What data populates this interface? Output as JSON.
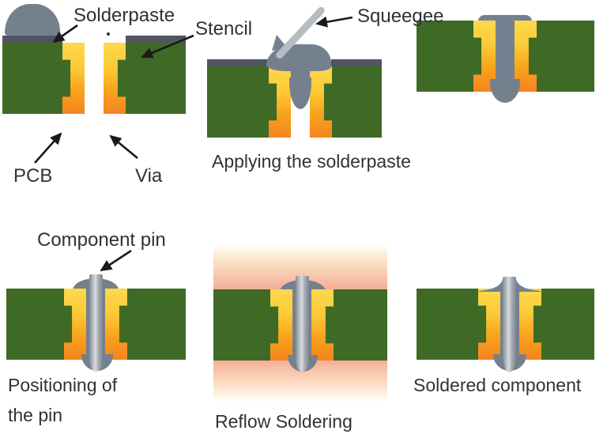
{
  "diagram": {
    "labels": {
      "solderpaste": "Solderpaste",
      "stencil": "Stencil",
      "squeegee": "Squeegee",
      "pcb": "PCB",
      "via": "Via",
      "component_pin": "Component pin"
    },
    "captions": {
      "applying": "Applying the solderpaste",
      "positioning_line1": "Positioning of",
      "positioning_line2": "the pin",
      "reflow": "Reflow Soldering",
      "soldered": "Soldered component"
    },
    "colors": {
      "background": "#FFFFFF",
      "pcb_green": "#3F6A26",
      "stencil_gray": "#51555F",
      "pad_yellow": "#FDD84E",
      "pad_orange": "#F5831F",
      "paste_gray": "#75808F",
      "squeegee_gray": "#B7BCC2",
      "pin_light": "#D9DCDF",
      "pin_dark": "#848B93",
      "heat_pink": "#F2928D",
      "heat_pink_light": "#FBDAC0",
      "text": "#2E3338",
      "arrow_black": "#1A1A1A"
    },
    "icons": {
      "callout_arrow": "black line with solid triangle head"
    }
  }
}
